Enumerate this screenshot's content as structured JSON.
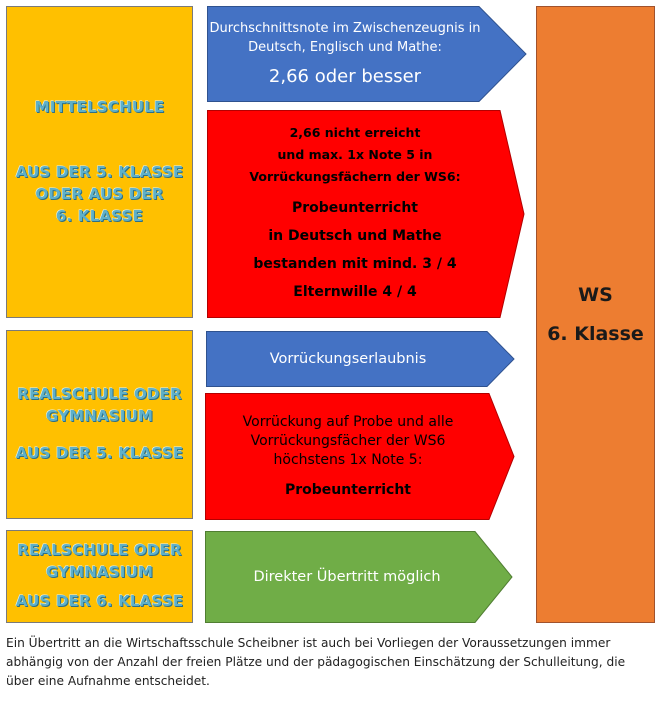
{
  "sources": {
    "mittelschule": {
      "line1": "MITTELSCHULE",
      "line2": "AUS DER 5. KLASSE",
      "line3": "ODER AUS DER",
      "line4": "6. KLASSE"
    },
    "realschule5": {
      "line1": "REALSCHULE ODER",
      "line2": "GYMNASIUM",
      "line3": "AUS DER 5. KLASSE"
    },
    "realschule6": {
      "line1": "REALSCHULE ODER",
      "line2": "GYMNASIUM",
      "line3": "AUS DER 6. KLASSE"
    }
  },
  "arrows": {
    "arrow1": {
      "line1": "Durchschnittsnote im Zwischenzeugnis in",
      "line2": "Deutsch, Englisch und Mathe:",
      "line3": "2,66 oder besser",
      "color": "#4472c4"
    },
    "arrow2": {
      "line1": "2,66 nicht erreicht",
      "line2": "und max. 1x Note 5 in",
      "line3": "Vorrückungsfächern der WS6:",
      "line4": "Probeunterricht",
      "line5": "in Deutsch und Mathe",
      "line6": "bestanden mit mind. 3 / 4",
      "line7": "Elternwille 4 / 4",
      "color": "#ff0000"
    },
    "arrow3": {
      "line1": "Vorrückungserlaubnis",
      "color": "#4472c4"
    },
    "arrow4": {
      "line1": "Vorrückung auf Probe und alle",
      "line2": "Vorrückungsfächer der WS6",
      "line3": "höchstens 1x Note 5:",
      "line4": "Probeunterricht",
      "color": "#ff0000"
    },
    "arrow5": {
      "line1": "Direkter Übertritt möglich",
      "color": "#70ad47"
    }
  },
  "target": {
    "line1": "WS",
    "line2": "6. Klasse",
    "color": "#ed7d31"
  },
  "footer": {
    "text": "Ein Übertritt an die Wirtschaftsschule Scheibner ist auch bei Vorliegen der Voraussetzungen immer abhängig von der Anzahl der freien Plätze und der pädagogischen Einschätzung der Schulleitung, die über eine Aufnahme entscheidet."
  }
}
